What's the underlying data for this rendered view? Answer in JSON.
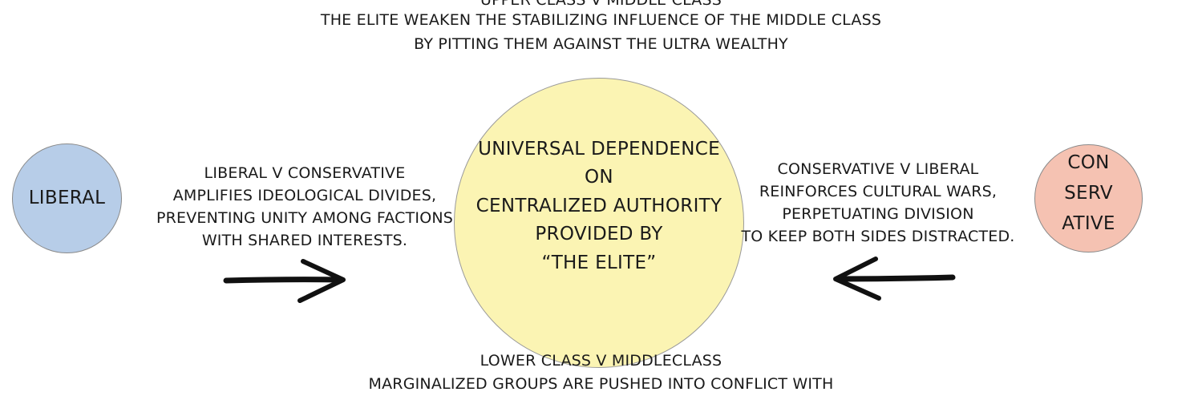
{
  "top_text": {
    "line1": "UPPER CLASS V MIDDLE CLASS",
    "line2": "THE ELITE WEAKEN THE STABILIZING INFLUENCE OF THE MIDDLE CLASS",
    "line3": "BY PITTING THEM AGAINST THE ULTRA WEALTHY"
  },
  "liberal_node": {
    "label": "LIBERAL",
    "color": "#b7cde8"
  },
  "conservative_node": {
    "label_line1": "CON",
    "label_line2": "SERV",
    "label_line3": "ATIVE",
    "color": "#f5c2b2"
  },
  "center_node": {
    "line1": "UNIVERSAL DEPENDENCE",
    "line2": "ON",
    "line3": "CENTRALIZED AUTHORITY",
    "line4": "PROVIDED BY",
    "line5": "“THE ELITE”",
    "color": "#fbf4b3"
  },
  "left_text": {
    "line1": "LIBERAL V CONSERVATIVE",
    "line2": "AMPLIFIES IDEOLOGICAL DIVIDES,",
    "line3": "PREVENTING UNITY AMONG FACTIONS",
    "line4": "WITH SHARED INTERESTS."
  },
  "right_text": {
    "line1": "CONSERVATIVE V LIBERAL",
    "line2": "REINFORCES CULTURAL WARS,",
    "line3": "PERPETUATING DIVISION",
    "line4": "TO KEEP BOTH SIDES DISTRACTED."
  },
  "bottom_text": {
    "line1": "LOWER CLASS V MIDDLECLASS",
    "line2": "MARGINALIZED GROUPS ARE PUSHED INTO CONFLICT WITH"
  },
  "edges": [
    {
      "from": "liberal_node",
      "to": "center_node",
      "direction": "right"
    },
    {
      "from": "conservative_node",
      "to": "center_node",
      "direction": "left"
    }
  ]
}
